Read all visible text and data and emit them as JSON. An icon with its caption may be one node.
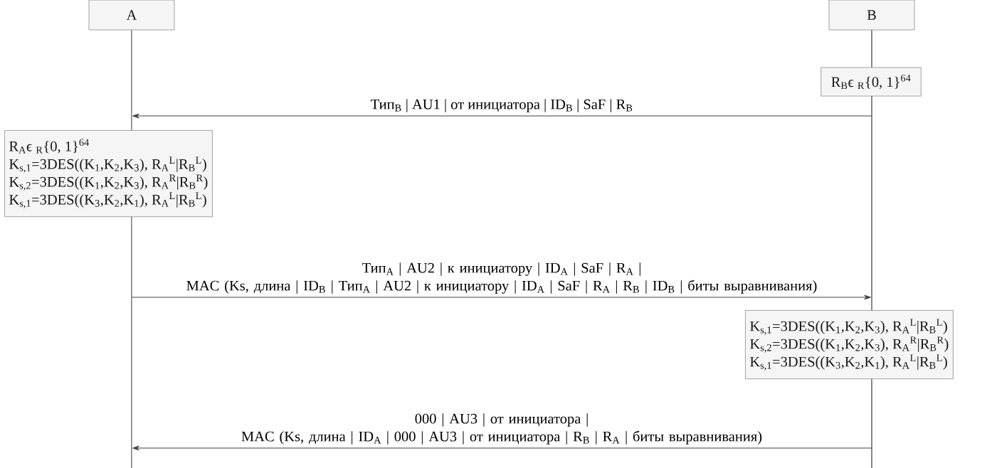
{
  "diagram": {
    "nodes": [
      {
        "text": [
          "A"
        ]
      },
      {
        "text": [
          "B"
        ]
      },
      {
        "text": [],
        "shape": "bar"
      },
      {
        "text": [],
        "shape": "bar"
      },
      {
        "text": [
          "R$_{B}$ϵ $_{R}${0, 1}$^{64}$"
        ]
      },
      {
        "text": [
          "R$_{A}$ϵ $_{R}${0, 1}$^{64}$",
          "K$_{s,1}$=3DES((K$_{1}$,K$_{2}$,K$_{3}$), R$_{A}$$^{L}$|R$_{B}$$^{L}$)",
          "K$_{s,2}$=3DES((K$_{1}$,K$_{2}$,K$_{3}$), R$_{A}$$^{R}$|R$_{B}$$^{R}$)",
          "K$_{s,1}$=3DES((K$_{3}$,K$_{2}$,K$_{1}$), R$_{A}$$^{L}$|R$_{B}$$^{L}$)"
        ]
      },
      {
        "text": [
          "K$_{s,1}$=3DES((K$_{1}$,K$_{2}$,K$_{3}$), R$_{A}$$^{L}$|R$_{B}$$^{L}$)",
          "K$_{s,2}$=3DES((K$_{1}$,K$_{2}$,K$_{3}$), R$_{A}$$^{R}$|R$_{B}$$^{R}$)",
          "K$_{s,1}$=3DES((K$_{3}$,K$_{2}$,K$_{1}$), R$_{A}$$^{L}$|R$_{B}$$^{L}$)"
        ]
      }
    ],
    "edges": [
      {
        "from": 3,
        "to": 2,
        "arrow": "to",
        "label": "Тип$_{B}$ | AU1 | от инициатора | ID$_{B}$ | SaF | R$_{B}$"
      },
      {
        "from": 2,
        "to": 3,
        "arrow": "to",
        "label": "Тип$_{A}$ | AU2 | к инициатору | ID$_{A}$ | SaF | R$_{A}$ | MAC (Ks, длина | ID$_{B}$ | Тип$_{A}$ | AU2 | к инициатору | ID$_{A}$ | SaF | R$_{A}$ | R$_{B}$ | ID$_{B}$ | биты выравнивания)"
      },
      {
        "from": 3,
        "to": 2,
        "arrow": "to",
        "label": "000 | AU3 | от инициатора | MAC (Ks, длина | ID$_{A}$ | 000 | AU3 | от инициатора | R$_{B}$ | R$_{A}$ | биты выравнивания)"
      }
    ]
  }
}
